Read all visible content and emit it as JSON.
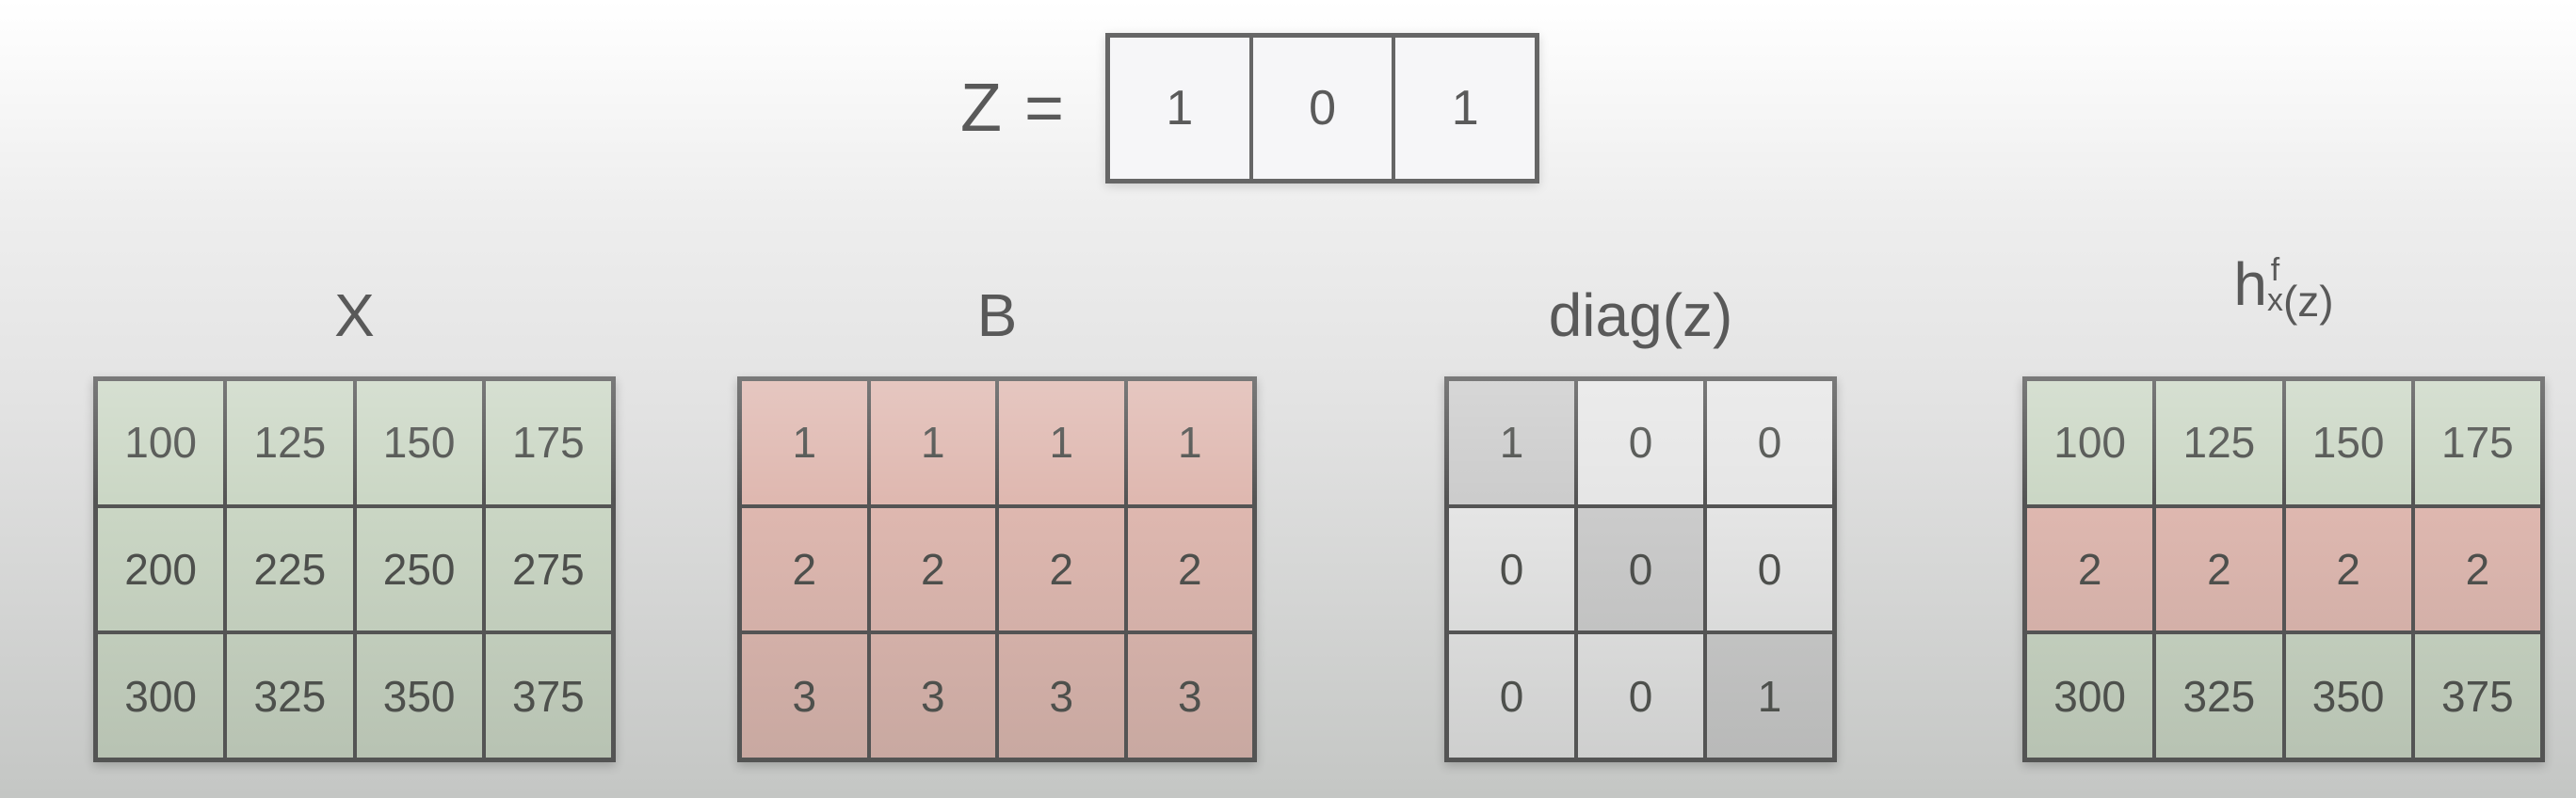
{
  "title_row": {
    "label": "Z =",
    "values": [
      "1",
      "0",
      "1"
    ]
  },
  "matrices": {
    "x": {
      "label": "X",
      "rows": [
        [
          "100",
          "125",
          "150",
          "175"
        ],
        [
          "200",
          "225",
          "250",
          "275"
        ],
        [
          "300",
          "325",
          "350",
          "375"
        ]
      ]
    },
    "b": {
      "label": "B",
      "rows": [
        [
          "1",
          "1",
          "1",
          "1"
        ],
        [
          "2",
          "2",
          "2",
          "2"
        ],
        [
          "3",
          "3",
          "3",
          "3"
        ]
      ]
    },
    "diag": {
      "label": "diag(z)",
      "rows": [
        [
          "1",
          "0",
          "0"
        ],
        [
          "0",
          "0",
          "0"
        ],
        [
          "0",
          "0",
          "1"
        ]
      ]
    },
    "h": {
      "label": {
        "base": "h",
        "sup": "f",
        "sub": "x",
        "args": "(z)"
      },
      "rows": [
        [
          "100",
          "125",
          "150",
          "175"
        ],
        [
          "2",
          "2",
          "2",
          "2"
        ],
        [
          "300",
          "325",
          "350",
          "375"
        ]
      ]
    }
  },
  "colors": {
    "background_top": "#ffffff",
    "background_bottom": "#c4c6c4",
    "green_cell": "#cbd7c5",
    "pink_cell": "#dfb8b0",
    "diag_on_cell": "#cccccc",
    "diag_off_cell": "#e6e6e6",
    "z_cell": "#f6f6f8",
    "grid_border": "#545454",
    "z_border": "#666666",
    "cell_text": "#4d4f4c",
    "label_text": "#595959"
  }
}
